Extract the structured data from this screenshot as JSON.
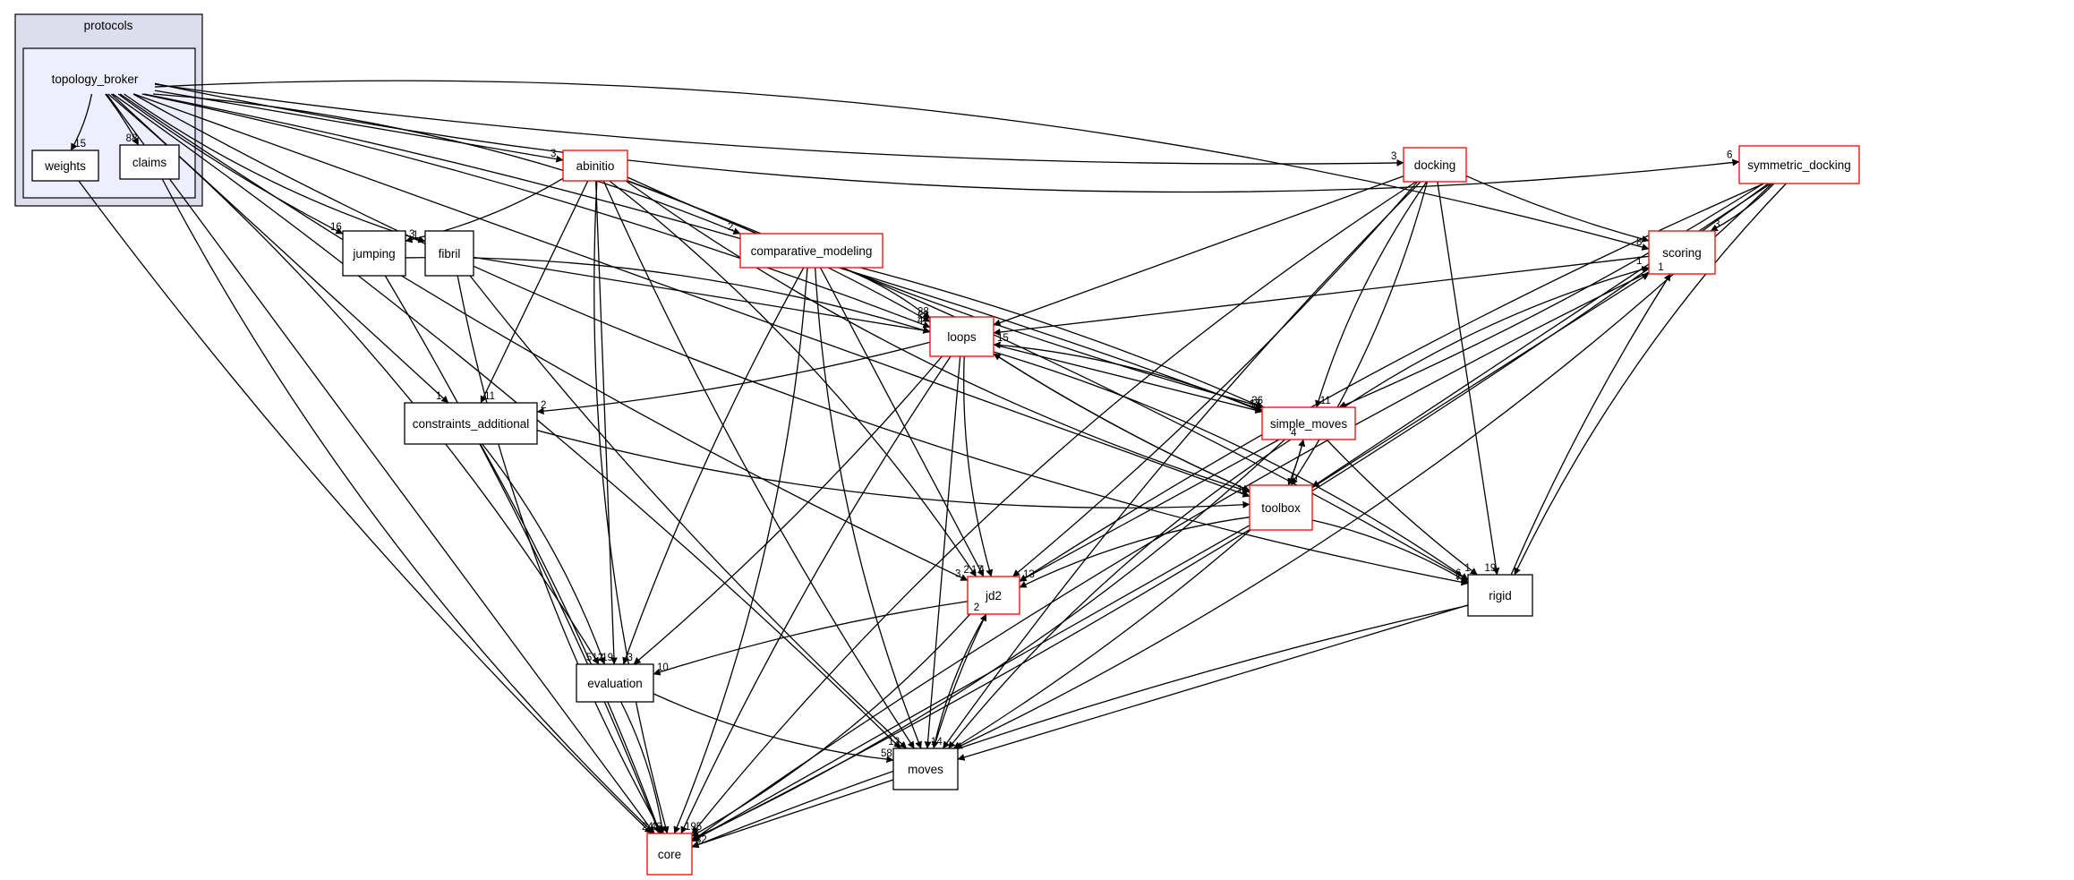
{
  "cluster": {
    "outer_label": "protocols",
    "inner_label": "topology_broker"
  },
  "colors": {
    "red_border": "#ff0000",
    "black_border": "#000000",
    "outer_cluster_fill": "#ddddee",
    "inner_cluster_fill": "#eeeeff",
    "edge": "#000000"
  },
  "nodes": [
    {
      "id": "weights",
      "label": "weights",
      "style": "black"
    },
    {
      "id": "claims",
      "label": "claims",
      "style": "black"
    },
    {
      "id": "jumping",
      "label": "jumping",
      "style": "black"
    },
    {
      "id": "fibril",
      "label": "fibril",
      "style": "black"
    },
    {
      "id": "abinitio",
      "label": "abinitio",
      "style": "red"
    },
    {
      "id": "comparative_modeling",
      "label": "comparative_modeling",
      "style": "red"
    },
    {
      "id": "loops",
      "label": "loops",
      "style": "red"
    },
    {
      "id": "constraints_additional",
      "label": "constraints_additional",
      "style": "black"
    },
    {
      "id": "docking",
      "label": "docking",
      "style": "red"
    },
    {
      "id": "symmetric_docking",
      "label": "symmetric_docking",
      "style": "red"
    },
    {
      "id": "scoring",
      "label": "scoring",
      "style": "red"
    },
    {
      "id": "simple_moves",
      "label": "simple_moves",
      "style": "red"
    },
    {
      "id": "toolbox",
      "label": "toolbox",
      "style": "red"
    },
    {
      "id": "jd2",
      "label": "jd2",
      "style": "red"
    },
    {
      "id": "rigid",
      "label": "rigid",
      "style": "black"
    },
    {
      "id": "evaluation",
      "label": "evaluation",
      "style": "black"
    },
    {
      "id": "moves",
      "label": "moves",
      "style": "black"
    },
    {
      "id": "core",
      "label": "core",
      "style": "red"
    }
  ],
  "edges": [
    {
      "from": "topology_broker",
      "to": "weights",
      "label": "15"
    },
    {
      "from": "topology_broker",
      "to": "claims",
      "label": "88"
    },
    {
      "from": "topology_broker",
      "to": "abinitio",
      "label": "3"
    },
    {
      "from": "topology_broker",
      "to": "jumping",
      "label": "16"
    },
    {
      "from": "topology_broker",
      "to": "fibril",
      "label": "1"
    },
    {
      "from": "topology_broker",
      "to": "comparative_modeling",
      "label": "2"
    },
    {
      "from": "topology_broker",
      "to": "loops",
      "label": "4"
    },
    {
      "from": "topology_broker",
      "to": "constraints_additional",
      "label": "1"
    },
    {
      "from": "topology_broker",
      "to": "docking",
      "label": "3"
    },
    {
      "from": "topology_broker",
      "to": "symmetric_docking",
      "label": "6"
    },
    {
      "from": "topology_broker",
      "to": "scoring",
      "label": "8"
    },
    {
      "from": "topology_broker",
      "to": "simple_moves",
      "label": "17"
    },
    {
      "from": "topology_broker",
      "to": "toolbox",
      "label": "1"
    },
    {
      "from": "topology_broker",
      "to": "jd2",
      "label": "3"
    },
    {
      "from": "topology_broker",
      "to": "rigid",
      "label": "7"
    },
    {
      "from": "topology_broker",
      "to": "evaluation",
      "label": "5"
    },
    {
      "from": "topology_broker",
      "to": "moves",
      "label": "12"
    },
    {
      "from": "topology_broker",
      "to": "core",
      "label": "24"
    },
    {
      "from": "weights",
      "to": "core",
      "label": ""
    },
    {
      "from": "claims",
      "to": "core",
      "label": ""
    },
    {
      "from": "abinitio",
      "to": "jumping",
      "label": "3"
    },
    {
      "from": "abinitio",
      "to": "loops",
      "label": "21"
    },
    {
      "from": "abinitio",
      "to": "constraints_additional",
      "label": "11"
    },
    {
      "from": "abinitio",
      "to": "simple_moves",
      "label": "36"
    },
    {
      "from": "abinitio",
      "to": "toolbox",
      "label": ""
    },
    {
      "from": "abinitio",
      "to": "jd2",
      "label": "2"
    },
    {
      "from": "abinitio",
      "to": "rigid",
      "label": "6"
    },
    {
      "from": "abinitio",
      "to": "evaluation",
      "label": "19"
    },
    {
      "from": "abinitio",
      "to": "moves",
      "label": ""
    },
    {
      "from": "abinitio",
      "to": "core",
      "label": ""
    },
    {
      "from": "jumping",
      "to": "loops",
      "label": ""
    },
    {
      "from": "jumping",
      "to": "core",
      "label": ""
    },
    {
      "from": "fibril",
      "to": "loops",
      "label": ""
    },
    {
      "from": "fibril",
      "to": "moves",
      "label": ""
    },
    {
      "from": "fibril",
      "to": "core",
      "label": ""
    },
    {
      "from": "comparative_modeling",
      "to": "loops",
      "label": "28"
    },
    {
      "from": "comparative_modeling",
      "to": "simple_moves",
      "label": ""
    },
    {
      "from": "comparative_modeling",
      "to": "jd2",
      "label": "17"
    },
    {
      "from": "comparative_modeling",
      "to": "evaluation",
      "label": "3"
    },
    {
      "from": "comparative_modeling",
      "to": "moves",
      "label": ""
    },
    {
      "from": "comparative_modeling",
      "to": "core",
      "label": ""
    },
    {
      "from": "loops",
      "to": "constraints_additional",
      "label": "2"
    },
    {
      "from": "loops",
      "to": "simple_moves",
      "label": "5"
    },
    {
      "from": "loops",
      "to": "toolbox",
      "label": ""
    },
    {
      "from": "loops",
      "to": "jd2",
      "label": "4"
    },
    {
      "from": "loops",
      "to": "rigid",
      "label": ""
    },
    {
      "from": "loops",
      "to": "evaluation",
      "label": ""
    },
    {
      "from": "loops",
      "to": "moves",
      "label": "14"
    },
    {
      "from": "loops",
      "to": "core",
      "label": "195"
    },
    {
      "from": "constraints_additional",
      "to": "toolbox",
      "label": ""
    },
    {
      "from": "constraints_additional",
      "to": "evaluation",
      "label": "12"
    },
    {
      "from": "constraints_additional",
      "to": "core",
      "label": ""
    },
    {
      "from": "docking",
      "to": "loops",
      "label": ""
    },
    {
      "from": "docking",
      "to": "scoring",
      "label": ""
    },
    {
      "from": "docking",
      "to": "simple_moves",
      "label": "11"
    },
    {
      "from": "docking",
      "to": "toolbox",
      "label": ""
    },
    {
      "from": "docking",
      "to": "jd2",
      "label": ""
    },
    {
      "from": "docking",
      "to": "rigid",
      "label": "19"
    },
    {
      "from": "docking",
      "to": "moves",
      "label": ""
    },
    {
      "from": "docking",
      "to": "core",
      "label": ""
    },
    {
      "from": "symmetric_docking",
      "to": "scoring",
      "label": "3"
    },
    {
      "from": "symmetric_docking",
      "to": "simple_moves",
      "label": ""
    },
    {
      "from": "symmetric_docking",
      "to": "toolbox",
      "label": ""
    },
    {
      "from": "symmetric_docking",
      "to": "jd2",
      "label": ""
    },
    {
      "from": "symmetric_docking",
      "to": "rigid",
      "label": ""
    },
    {
      "from": "symmetric_docking",
      "to": "moves",
      "label": ""
    },
    {
      "from": "symmetric_docking",
      "to": "core",
      "label": ""
    },
    {
      "from": "scoring",
      "to": "loops",
      "label": ""
    },
    {
      "from": "scoring",
      "to": "core",
      "label": ""
    },
    {
      "from": "simple_moves",
      "to": "loops",
      "label": "15"
    },
    {
      "from": "simple_moves",
      "to": "scoring",
      "label": "1"
    },
    {
      "from": "simple_moves",
      "to": "toolbox",
      "label": "9"
    },
    {
      "from": "simple_moves",
      "to": "jd2",
      "label": "13"
    },
    {
      "from": "simple_moves",
      "to": "rigid",
      "label": "1"
    },
    {
      "from": "simple_moves",
      "to": "moves",
      "label": ""
    },
    {
      "from": "simple_moves",
      "to": "core",
      "label": ""
    },
    {
      "from": "toolbox",
      "to": "loops",
      "label": ""
    },
    {
      "from": "toolbox",
      "to": "scoring",
      "label": ""
    },
    {
      "from": "toolbox",
      "to": "simple_moves",
      "label": "4"
    },
    {
      "from": "toolbox",
      "to": "jd2",
      "label": ""
    },
    {
      "from": "toolbox",
      "to": "rigid",
      "label": "2"
    },
    {
      "from": "toolbox",
      "to": "moves",
      "label": ""
    },
    {
      "from": "toolbox",
      "to": "core",
      "label": ""
    },
    {
      "from": "jd2",
      "to": "evaluation",
      "label": "10"
    },
    {
      "from": "jd2",
      "to": "moves",
      "label": ""
    },
    {
      "from": "jd2",
      "to": "core",
      "label": ""
    },
    {
      "from": "rigid",
      "to": "scoring",
      "label": "1"
    },
    {
      "from": "rigid",
      "to": "moves",
      "label": ""
    },
    {
      "from": "rigid",
      "to": "core",
      "label": ""
    },
    {
      "from": "evaluation",
      "to": "moves",
      "label": "58"
    },
    {
      "from": "evaluation",
      "to": "core",
      "label": "46"
    },
    {
      "from": "moves",
      "to": "jd2",
      "label": "2"
    },
    {
      "from": "moves",
      "to": "core",
      "label": "32"
    }
  ]
}
